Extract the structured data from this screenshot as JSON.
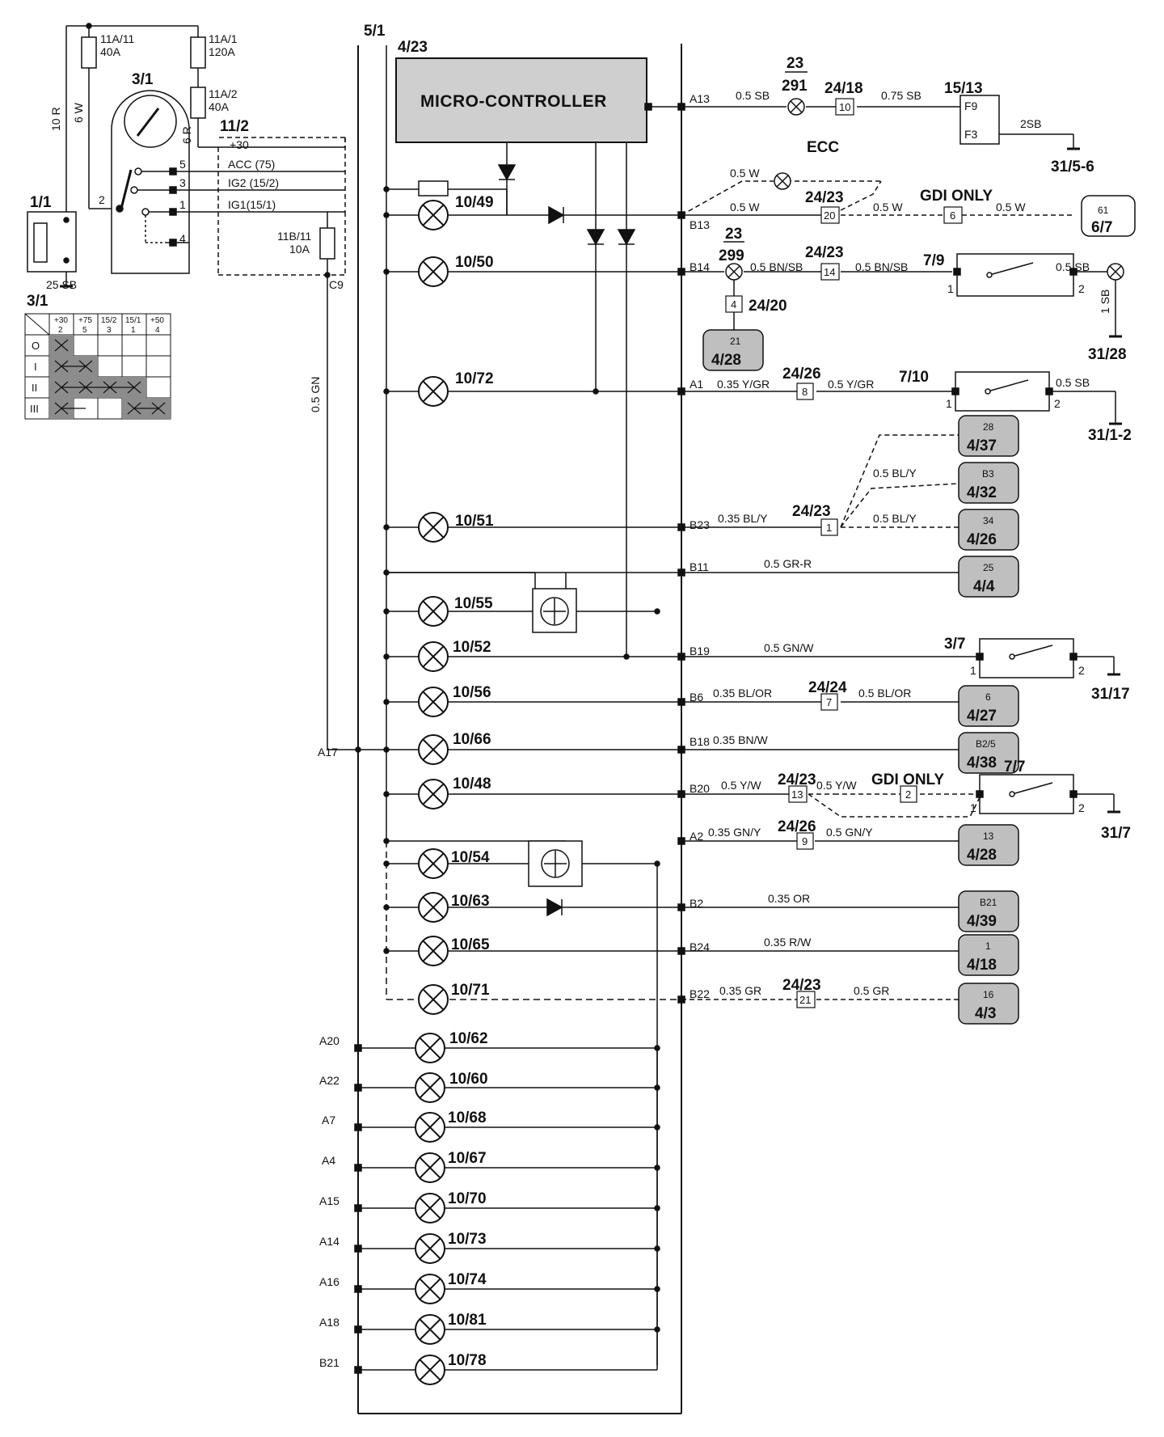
{
  "colors": {
    "ink": "#111111",
    "controller_fill": "#cfcfcf",
    "connector_fill": "#bfbfbf",
    "table_shade": "#8c8c8c"
  },
  "power": {
    "battery": "1/1",
    "wire_10r": "10 R",
    "wire_6w": "6 W",
    "wire_6r": "6 R",
    "ground_wire": "25 SB",
    "fuse_11a11": [
      "11A/11",
      "40A"
    ],
    "fuse_11a1": [
      "11A/1",
      "120A"
    ],
    "fuse_11a2": [
      "11A/2",
      "40A"
    ],
    "fuse_11b11": [
      "11B/11",
      "10A"
    ],
    "switch_ref": "3/1",
    "switch_pins": [
      "5",
      "3",
      "1",
      "2",
      "4"
    ],
    "bus_ref": "11/2",
    "bus_labels": [
      "+30",
      "ACC (75)",
      "IG2 (15/2)",
      "IG1(15/1)"
    ],
    "c9": "C9",
    "wire_05gn": "0.5 GN",
    "a17": "A17"
  },
  "switch_table": {
    "title": "3/1",
    "headers": [
      [
        "+30",
        "2"
      ],
      [
        "+75",
        "5"
      ],
      [
        "15/2",
        "3"
      ],
      [
        "15/1",
        "1"
      ],
      [
        "+50",
        "4"
      ]
    ],
    "rows": [
      "O",
      "I",
      "II",
      "III"
    ]
  },
  "cluster": {
    "ref_51": "5/1",
    "ref_423": "4/23",
    "controller": "MICRO-CONTROLLER"
  },
  "lamps": {
    "l1049": "10/49",
    "l1050": "10/50",
    "l1072": "10/72",
    "l1051": "10/51",
    "l1055": "10/55",
    "l1052": "10/52",
    "l1056": "10/56",
    "l1066": "10/66",
    "l1048": "10/48",
    "l1054": "10/54",
    "l1063": "10/63",
    "l1065": "10/65",
    "l1071": "10/71",
    "l1062": "10/62",
    "l1060": "10/60",
    "l1068": "10/68",
    "l1067": "10/67",
    "l1070": "10/70",
    "l1073": "10/73",
    "l1074": "10/74",
    "l1081": "10/81",
    "l1078": "10/78"
  },
  "left_pins": {
    "a20": "A20",
    "a22": "A22",
    "a7": "A7",
    "a4": "A4",
    "a15": "A15",
    "a14": "A14",
    "a16": "A16",
    "a18": "A18",
    "b21": "B21"
  },
  "right_pins": {
    "a13": "A13",
    "b13": "B13",
    "b14": "B14",
    "a1": "A1",
    "b23": "B23",
    "b11": "B11",
    "b19": "B19",
    "b6": "B6",
    "b18": "B18",
    "b20": "B20",
    "a2": "A2",
    "b2": "B2",
    "b24": "B24",
    "b22": "B22"
  },
  "wires": {
    "w_a13": "0.5 SB",
    "w_a13b": "0.75 SB",
    "w_2sb": "2SB",
    "w_ecc": "0.5 W",
    "w_b13": "0.5 W",
    "w_b13b": "0.5 W",
    "w_b13c": "0.5 W",
    "w_b14": "0.5 BN/SB",
    "w_b14b": "0.5 BN/SB",
    "w_b14c": "0.5 SB",
    "w_1sb": "1 SB",
    "w_a1": "0.35 Y/GR",
    "w_a1b": "0.5 Y/GR",
    "w_a1c": "0.5 SB",
    "w_b23": "0.35 BL/Y",
    "w_b23a": "0.5 BL/Y",
    "w_b23b": "0.5 BL/Y",
    "w_b11": "0.5 GR-R",
    "w_b19": "0.5 GN/W",
    "w_b6": "0.35 BL/OR",
    "w_b6b": "0.5 BL/OR",
    "w_b18": "0.35 BN/W",
    "w_b20": "0.5 Y/W",
    "w_b20b": "0.5 Y/W",
    "w_a2": "0.35 GN/Y",
    "w_a2b": "0.5 GN/Y",
    "w_b2": "0.35 OR",
    "w_b24": "0.35 R/W",
    "w_b22": "0.35 GR",
    "w_b22b": "0.5 GR"
  },
  "refs": {
    "r23a": "23",
    "r291": "291",
    "r2418": "24/18",
    "r1513": "15/13",
    "f9": "F9",
    "f3": "F3",
    "r3156": "31/5-6",
    "ecc": "ECC",
    "r2423a": "24/23",
    "gdi1": "GDI ONLY",
    "r23b": "23",
    "r299": "299",
    "r2423b": "24/23",
    "r79": "7/9",
    "r2420": "24/20",
    "r3128": "31/28",
    "r2426a": "24/26",
    "r710": "7/10",
    "r3112": "31/1-2",
    "r2423c": "24/23",
    "r37": "3/7",
    "r3117": "31/17",
    "r2424": "24/24",
    "r2423d": "24/23",
    "gdi2": "GDI ONLY",
    "r77": "7/7",
    "r317": "31/7",
    "r2426b": "24/26",
    "r2423e": "24/23",
    "sw_pin1": "1",
    "sw_pin2": "2"
  },
  "boxes": {
    "b10": "10",
    "b20": "20",
    "b6": "6",
    "b14": "14",
    "b4": "4",
    "b8": "8",
    "b1": "1",
    "b7": "7",
    "b13": "13",
    "b2": "2",
    "b9": "9",
    "b21": "21"
  },
  "connectors": {
    "c67": [
      "61",
      "6/7"
    ],
    "c428a": [
      "21",
      "4/28"
    ],
    "c437": [
      "28",
      "4/37"
    ],
    "c432": [
      "B3",
      "4/32"
    ],
    "c426": [
      "34",
      "4/26"
    ],
    "c44": [
      "25",
      "4/4"
    ],
    "c427": [
      "6",
      "4/27"
    ],
    "c438": [
      "B2/5",
      "4/38"
    ],
    "c428b": [
      "13",
      "4/28"
    ],
    "c439": [
      "B21",
      "4/39"
    ],
    "c418": [
      "1",
      "4/18"
    ],
    "c43": [
      "16",
      "4/3"
    ]
  }
}
